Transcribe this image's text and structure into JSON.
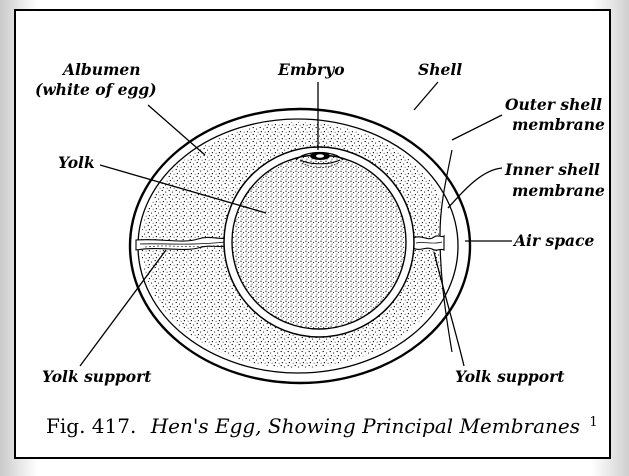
{
  "figure": {
    "labels": {
      "albumen_line1": "Albumen",
      "albumen_line2": "(white of egg)",
      "embryo": "Embryo",
      "shell": "Shell",
      "outer_membrane_line1": "Outer shell",
      "outer_membrane_line2": "membrane",
      "yolk": "Yolk",
      "inner_membrane_line1": "Inner shell",
      "inner_membrane_line2": "membrane",
      "air_space": "Air space",
      "yolk_support_left": "Yolk support",
      "yolk_support_right": "Yolk support"
    },
    "caption": {
      "fig_prefix": "Fig. 417.",
      "title": "Hen's Egg, Showing Principal Membranes",
      "footnote_mark": "1"
    },
    "colors": {
      "ink": "#000000",
      "paper": "#ffffff"
    }
  }
}
